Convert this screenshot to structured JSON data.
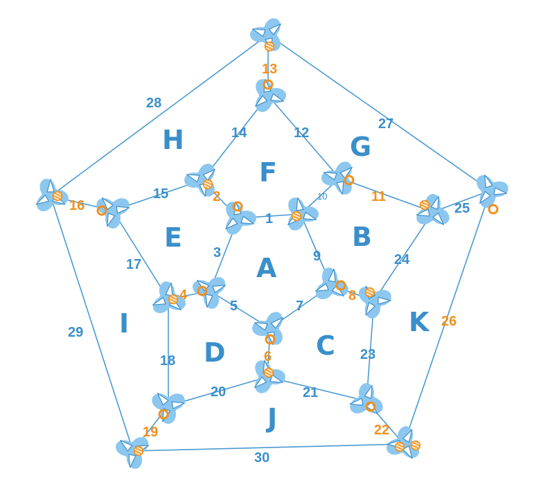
{
  "faces": [
    {
      "id": "A",
      "label": "A"
    },
    {
      "id": "B",
      "label": "B"
    },
    {
      "id": "C",
      "label": "C"
    },
    {
      "id": "D",
      "label": "D"
    },
    {
      "id": "E",
      "label": "E"
    },
    {
      "id": "F",
      "label": "F"
    },
    {
      "id": "G",
      "label": "G"
    },
    {
      "id": "H",
      "label": "H"
    },
    {
      "id": "I",
      "label": "I"
    },
    {
      "id": "J",
      "label": "J"
    },
    {
      "id": "K",
      "label": "K"
    }
  ],
  "edges": [
    {
      "id": "e1",
      "label": "1"
    },
    {
      "id": "e3",
      "label": "3"
    },
    {
      "id": "e5",
      "label": "5"
    },
    {
      "id": "e7",
      "label": "7"
    },
    {
      "id": "e9",
      "label": "9"
    },
    {
      "id": "e10",
      "label": "10"
    },
    {
      "id": "e12",
      "label": "12"
    },
    {
      "id": "e14",
      "label": "14"
    },
    {
      "id": "e15",
      "label": "15"
    },
    {
      "id": "e17",
      "label": "17"
    },
    {
      "id": "e18",
      "label": "18"
    },
    {
      "id": "e20",
      "label": "20"
    },
    {
      "id": "e21",
      "label": "21"
    },
    {
      "id": "e23",
      "label": "23"
    },
    {
      "id": "e24",
      "label": "24"
    },
    {
      "id": "e25",
      "label": "25"
    },
    {
      "id": "e27",
      "label": "27"
    },
    {
      "id": "e28",
      "label": "28"
    },
    {
      "id": "e29",
      "label": "29"
    },
    {
      "id": "e30",
      "label": "30"
    }
  ],
  "vertex_labels": [
    {
      "id": "v2",
      "label": "2"
    },
    {
      "id": "v4",
      "label": "4"
    },
    {
      "id": "v6",
      "label": "6"
    },
    {
      "id": "v8",
      "label": "8"
    },
    {
      "id": "v11",
      "label": "11"
    },
    {
      "id": "v13",
      "label": "13"
    },
    {
      "id": "v16",
      "label": "16"
    },
    {
      "id": "v19",
      "label": "19"
    },
    {
      "id": "v22",
      "label": "22"
    },
    {
      "id": "v26",
      "label": "26"
    }
  ],
  "colors": {
    "edge": "#4a9ad0",
    "node": "#8cc7ef",
    "label_blue": "#3a8fcb",
    "label_orange": "#f0901e"
  }
}
